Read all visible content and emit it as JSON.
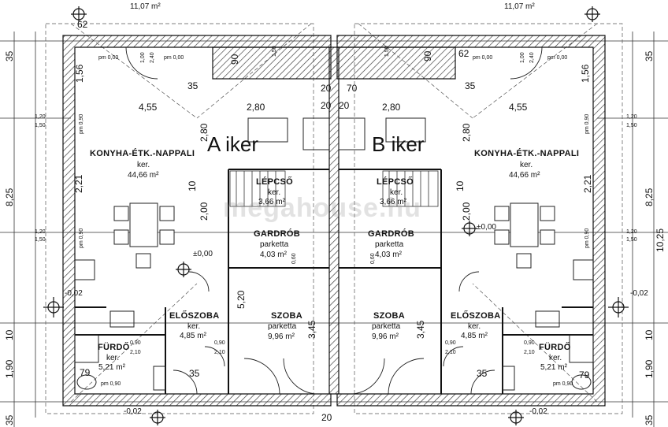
{
  "watermark": "megahouse.hu",
  "units": {
    "a": {
      "title": "A iker",
      "rooms": [
        {
          "name": "KONYHA-ÉTK.-NAPPALI",
          "floor": "ker.",
          "area": "44,66 m²"
        },
        {
          "name": "LÉPCSŐ",
          "floor": "ker.",
          "area": "3,66 m²"
        },
        {
          "name": "GARDRÓB",
          "floor": "parketta",
          "area": "4,03 m²"
        },
        {
          "name": "ELŐSZOBA",
          "floor": "ker.",
          "area": "4,85 m²"
        },
        {
          "name": "SZOBA",
          "floor": "parketta",
          "area": "9,96 m²"
        },
        {
          "name": "FÜRDŐ",
          "floor": "ker.",
          "area": "5,21 m²"
        }
      ],
      "terrace_area": "11,07 m²",
      "levels": [
        "±0,00",
        "-0,02",
        "-0,02"
      ],
      "parapets": [
        "pm 0,00",
        "pm 0,00",
        "pm 0,90",
        "pm 0,90",
        "pm 0,90"
      ],
      "dims": [
        "4,55",
        "2,80",
        "2,80",
        "2,21",
        "2,00",
        "8,25",
        "1,90",
        "5,20",
        "3,45",
        "1,56",
        "35",
        "10",
        "90",
        "62",
        "79",
        "35",
        "20",
        "20"
      ]
    },
    "b": {
      "title": "B iker",
      "rooms": [
        {
          "name": "KONYHA-ÉTK.-NAPPALI",
          "floor": "ker.",
          "area": "44,66 m²"
        },
        {
          "name": "LÉPCSŐ",
          "floor": "ker.",
          "area": "3,66 m²"
        },
        {
          "name": "GARDRÓB",
          "floor": "parketta",
          "area": "4,03 m²"
        },
        {
          "name": "ELŐSZOBA",
          "floor": "ker.",
          "area": "4,85 m²"
        },
        {
          "name": "SZOBA",
          "floor": "parketta",
          "area": "9,96 m²"
        },
        {
          "name": "FÜRDŐ",
          "floor": "ker.",
          "area": "5,21 m²"
        }
      ],
      "terrace_area": "11,07 m²",
      "levels": [
        "±0,00",
        "-0,02",
        "-0,02"
      ],
      "parapets": [
        "pm 0,00",
        "pm 0,00",
        "pm 0,90",
        "pm 0,90",
        "pm 0,90"
      ],
      "dims": [
        "4,55",
        "2,80",
        "2,80",
        "2,21",
        "2,00",
        "8,25",
        "10,25",
        "1,90",
        "3,45",
        "1,56",
        "35",
        "10",
        "90",
        "62",
        "79",
        "35",
        "20",
        "70",
        "20"
      ]
    }
  },
  "small_dims": [
    "1,20",
    "1,50",
    "0,90",
    "2,10",
    "1,00",
    "2,40",
    "1,50",
    "1,50",
    "0,60"
  ],
  "edge_dims": [
    "35",
    "35",
    "35",
    "35",
    "10",
    "10"
  ]
}
